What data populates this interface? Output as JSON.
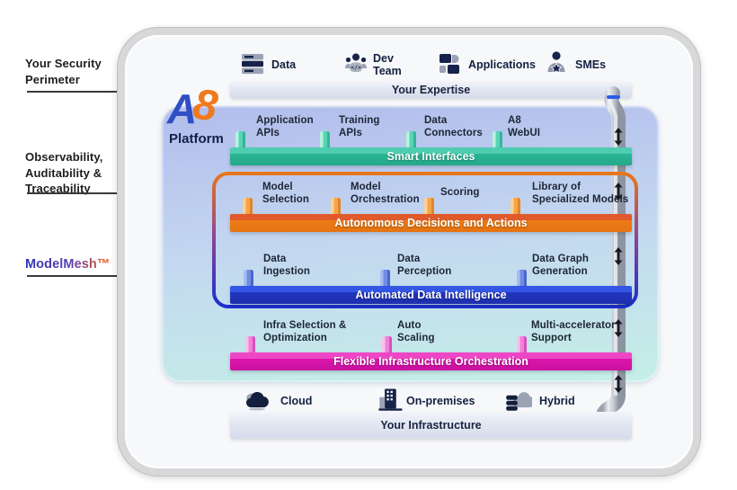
{
  "annotations": {
    "security": "Your Security Perimeter",
    "observability": "Observability, Auditability & Traceability",
    "modelmesh": "ModelMesh™"
  },
  "logo": {
    "letter_a": "A",
    "digit_8": "8",
    "platform": "Platform"
  },
  "actors": [
    {
      "icon": "data-icon",
      "label": "Data"
    },
    {
      "icon": "dev-team-icon",
      "label": "Dev Team"
    },
    {
      "icon": "applications-icon",
      "label": "Applications"
    },
    {
      "icon": "smes-icon",
      "label": "SMEs"
    }
  ],
  "expertise_bar": {
    "label": "Your Expertise"
  },
  "platform_layers": [
    {
      "title": "Smart Interfaces",
      "color": "#2ab595",
      "items": [
        "Application APIs",
        "Training APIs",
        "Data Connectors",
        "A8 WebUI"
      ]
    },
    {
      "title": "Autonomous Decisions and Actions",
      "color": "#ec7c15",
      "items": [
        "Model Selection",
        "Model Orchestration",
        "Scoring",
        "Library of Specialized Models"
      ]
    },
    {
      "title": "Automated Data Intelligence",
      "color": "#2236c0",
      "items": [
        "Data Ingestion",
        "Data Perception",
        "Data Graph Generation"
      ]
    },
    {
      "title": "Flexible Infrastructure Orchestration",
      "color": "#db16ad",
      "items": [
        "Infra Selection & Optimization",
        "Auto Scaling",
        "Multi-accelerator Support"
      ]
    }
  ],
  "modelmesh_box_colors": {
    "top": "#e8761b",
    "bottom": "#1b2fd0"
  },
  "infrastructure": {
    "options": [
      {
        "icon": "cloud-icon",
        "label": "Cloud"
      },
      {
        "icon": "on-premises-icon",
        "label": "On-premises"
      },
      {
        "icon": "hybrid-icon",
        "label": "Hybrid"
      }
    ],
    "bar_label": "Your Infrastructure"
  }
}
